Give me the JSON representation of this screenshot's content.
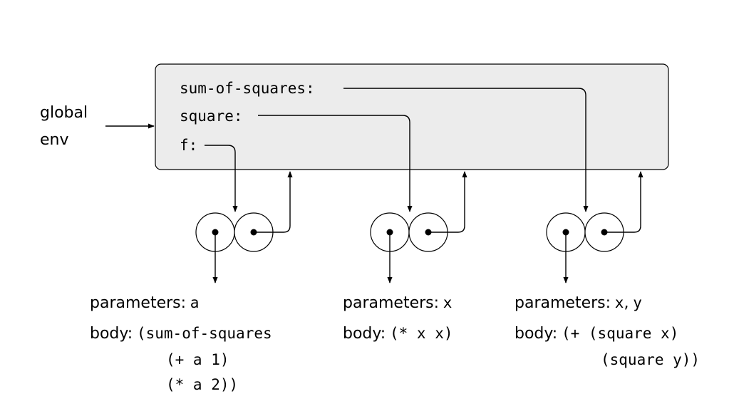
{
  "global_env_label": {
    "line1": "global",
    "line2": "env"
  },
  "frame": {
    "bindings": [
      {
        "name": "sum-of-squares:"
      },
      {
        "name": "square:"
      },
      {
        "name": "f:"
      }
    ]
  },
  "procedures": [
    {
      "params_label": "parameters:",
      "params": "a",
      "body_label": "body:",
      "body_lines": [
        "(sum-of-squares",
        "(+ a 1)",
        "(* a 2))"
      ]
    },
    {
      "params_label": "parameters:",
      "params": "x",
      "body_label": "body:",
      "body_lines": [
        "(* x x)"
      ]
    },
    {
      "params_label": "parameters:",
      "params_a": "x",
      "params_sep": ",",
      "params_b": "y",
      "body_label": "body:",
      "body_lines": [
        "(+ (square x)",
        "(square y))"
      ]
    }
  ]
}
